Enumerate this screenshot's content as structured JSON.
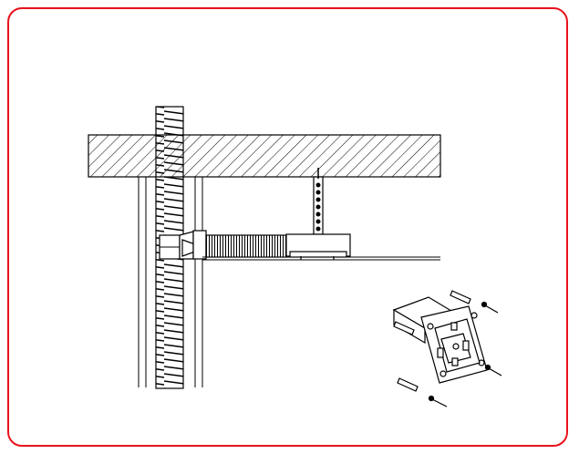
{
  "figure": {
    "border_color": "#e8121b",
    "line_color": "#000000",
    "components": [
      {
        "name": "ceiling-slab",
        "label": ""
      },
      {
        "name": "vertical-ribbed-duct",
        "label": ""
      },
      {
        "name": "flexible-duct",
        "label": ""
      },
      {
        "name": "fan-unit",
        "label": ""
      },
      {
        "name": "threaded-hanger-rod",
        "label": ""
      },
      {
        "name": "suspended-ceiling-line",
        "label": ""
      },
      {
        "name": "mounting-bracket-detail",
        "label": ""
      },
      {
        "name": "wall-plugs",
        "label": ""
      },
      {
        "name": "screws",
        "label": ""
      }
    ]
  }
}
